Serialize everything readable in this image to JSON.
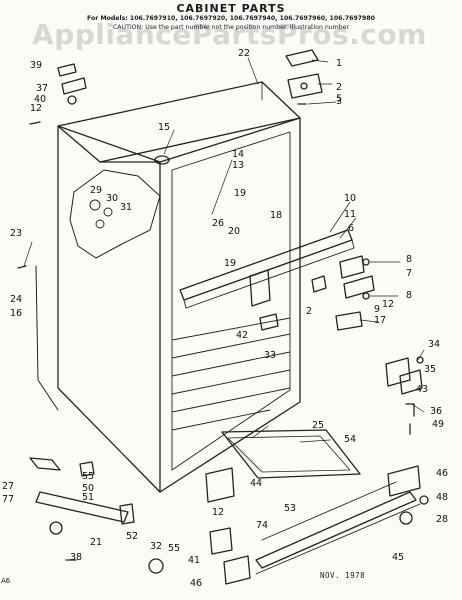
{
  "header": {
    "title": "CABINET PARTS",
    "models": "For Models: 106.7697910, 106.7697920, 106.7697940, 106.7697960, 106.7697980",
    "caution": "CAUTION: Use the part number not the position number. Illustration number"
  },
  "watermark": "AppliancePartsPros.com",
  "footer": {
    "date": "NOV. 1978",
    "corner": "A6"
  },
  "part_labels": [
    "22",
    "1",
    "2",
    "3",
    "5",
    "39",
    "37",
    "40",
    "12",
    "15",
    "14",
    "13",
    "29",
    "30",
    "31",
    "19",
    "18",
    "26",
    "20",
    "19",
    "10",
    "11",
    "6",
    "8",
    "7",
    "8",
    "12",
    "23",
    "24",
    "16",
    "42",
    "2",
    "9",
    "17",
    "33",
    "43",
    "34",
    "35",
    "36",
    "49",
    "25",
    "54",
    "55",
    "50",
    "27",
    "77",
    "51",
    "44",
    "46",
    "48",
    "28",
    "21",
    "52",
    "12",
    "74",
    "32",
    "53",
    "55",
    "38",
    "41",
    "45",
    "46"
  ],
  "colors": {
    "line": "#222222",
    "background": "#fbfbf8",
    "watermark": "#969696"
  }
}
